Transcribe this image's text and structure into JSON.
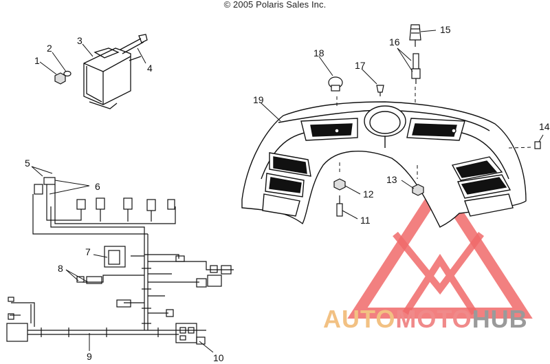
{
  "copyright": "© 2005 Polaris Sales Inc.",
  "callouts": {
    "c1": "1",
    "c2": "2",
    "c3": "3",
    "c4": "4",
    "c5": "5",
    "c6": "6",
    "c7": "7",
    "c8": "8",
    "c9": "9",
    "c10": "10",
    "c11": "11",
    "c12": "12",
    "c13": "13",
    "c14": "14",
    "c15": "15",
    "c16": "16",
    "c17": "17",
    "c18": "18",
    "c19": "19"
  },
  "watermark": {
    "part1": "AUTO",
    "part2": "MOTO",
    "part3": "HUB",
    "colors": {
      "auto": "#f2c183",
      "moto": "#f08a8a",
      "hub": "#9a9a9a",
      "logo": "#f06a6a"
    }
  }
}
